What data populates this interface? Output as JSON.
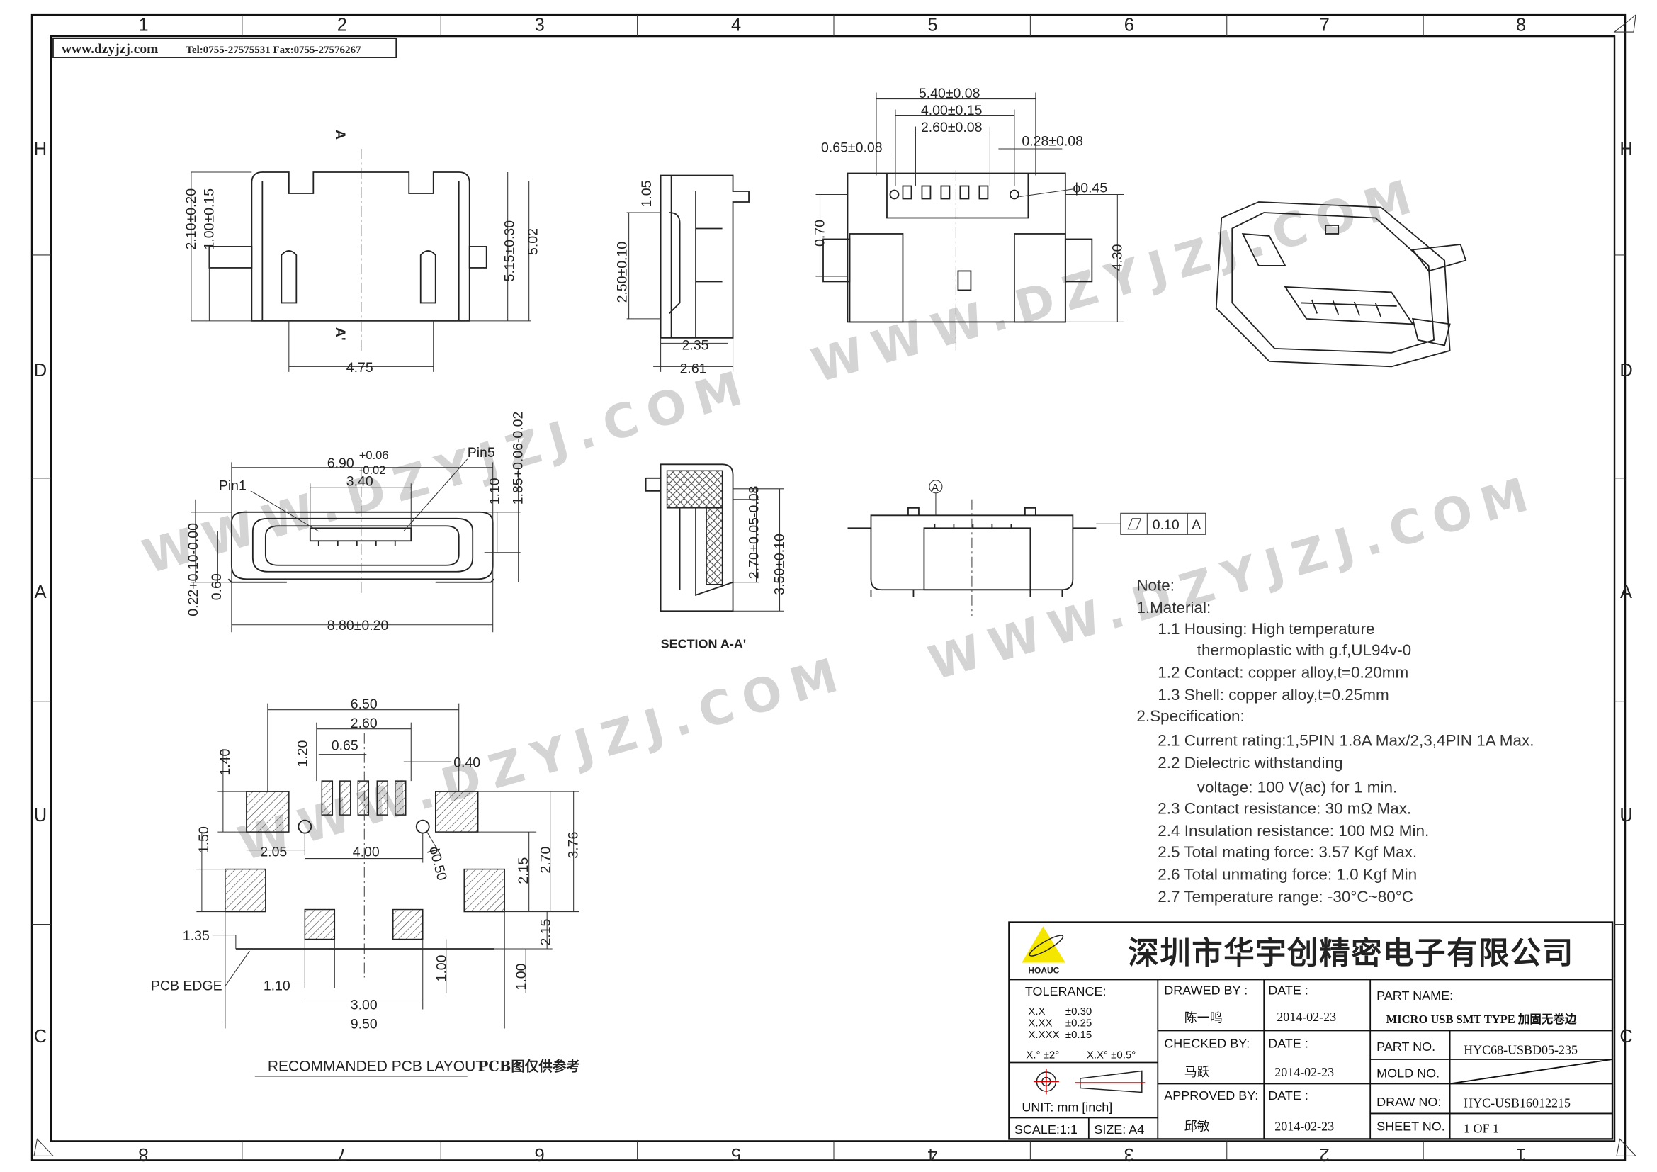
{
  "header": {
    "website": "www.dzyjzj.com",
    "contact": "Tel:0755-27575531  Fax:0755-27576267"
  },
  "zones": {
    "columns_top": [
      "1",
      "2",
      "3",
      "4",
      "5",
      "6",
      "7",
      "8"
    ],
    "columns_bottom": [
      "8",
      "7",
      "6",
      "5",
      "4",
      "3",
      "2",
      "1"
    ],
    "rows": [
      "H",
      "D",
      "A",
      "U",
      "C"
    ]
  },
  "watermark": "WWW.DZYJZJ.COM",
  "top_view": {
    "d1": "2.10±0.20",
    "d2": "1.00±0.15",
    "d3": "5.15±0.30",
    "d4": "5.02",
    "d5": "4.75",
    "sec_a": "A",
    "sec_a2": "A'"
  },
  "side_view": {
    "d1": "1.05",
    "d2": "2.50±0.10",
    "d3": "2.35",
    "d4": "2.61"
  },
  "rear_view": {
    "d1": "5.40±0.08",
    "d2": "4.00±0.15",
    "d3": "2.60±0.08",
    "d4": "0.65±0.08",
    "d5": "0.28±0.08",
    "d6": "ϕ0.45",
    "d7": "0.70",
    "d8": "4.30"
  },
  "front_view": {
    "d1": "6.90",
    "d1_plus": "+0.06",
    "d1_minus": "-0.02",
    "d2": "3.40",
    "pin1": "Pin1",
    "pin5": "Pin5",
    "d3": "1.10",
    "d4": "1.85+0.06-0.02",
    "d5": "0.22+0.10-0.00",
    "d6": "0.60",
    "d7": "8.80±0.20"
  },
  "section_view": {
    "d1": "2.70+0.05-0.08",
    "d2": "3.50±0.10",
    "title": "SECTION A-A'"
  },
  "datum_view": {
    "datum": "A",
    "flatness": "0.10",
    "flatness_ref": "A"
  },
  "pcb_layout": {
    "d1": "6.50",
    "d2": "2.60",
    "d3": "0.65",
    "d4": "1.40",
    "d5": "1.20",
    "d6": "0.40",
    "d7": "1.50",
    "d8": "2.05",
    "d9": "4.00",
    "d10": "ϕ0.50",
    "d11": "2.15",
    "d12": "2.70",
    "d13": "3.76",
    "d14": "1.35",
    "d15": "2.15",
    "d16": "PCB EDGE",
    "d17": "1.10",
    "d18": "1.00",
    "d19": "1.00",
    "d20": "3.00",
    "d21": "9.50",
    "title": "RECOMMANDED PCB LAYOUT",
    "note": "PCB图仅供参考"
  },
  "notes": [
    "Note:",
    "1.Material:",
    "1.1  Housing:  High  temperature",
    "thermoplastic  with  g.f,UL94v-0",
    "1.2  Contact:  copper  alloy,t=0.20mm",
    "1.3  Shell:  copper  alloy,t=0.25mm",
    "2.Specification:",
    "2.1  Current  rating:1,5PIN  1.8A  Max/2,3,4PIN  1A  Max.",
    "2.2  Dielectric  withstanding",
    "voltage:  100  V(ac)  for  1  min.",
    "2.3  Contact  resistance:  30  mΩ  Max.",
    "2.4  Insulation  resistance:  100  MΩ  Min.",
    "2.5  Total  mating  force:  3.57  Kgf  Max.",
    "2.6  Total  unmating  force:  1.0  Kgf  Min",
    "2.7  Temperature  range:  -30°C~80°C"
  ],
  "title_block": {
    "logo_text": "HOAUC",
    "company": "深圳市华宇创精密电子有限公司",
    "tolerance_label": "TOLERANCE:",
    "tolerances": [
      [
        "X.X",
        "±0.30"
      ],
      [
        "X.XX",
        "±0.25"
      ],
      [
        "X.XXX",
        "±0.15"
      ]
    ],
    "angle_tol_1": "X.° ±2°",
    "angle_tol_2": "X.X° ±0.5°",
    "unit": "UNIT:  mm  [inch]",
    "scale": "SCALE:1:1",
    "size": "SIZE:  A4",
    "drawed_by_label": "DRAWED  BY :",
    "drawed_by": "陈一鸣",
    "checked_by_label": "CHECKED  BY:",
    "checked_by": "马跃",
    "approved_by_label": "APPROVED  BY:",
    "approved_by": "邱敏",
    "date_label": "DATE  :",
    "date_drawed": "2014-02-23",
    "date_checked": "2014-02-23",
    "date_approved": "2014-02-23",
    "part_name_label": "PART  NAME:",
    "part_name": "MICRO  USB  SMT  TYPE  加固无卷边",
    "part_no_label": "PART  NO.",
    "part_no": "HYC68-USBD05-235",
    "mold_no_label": "MOLD  NO.",
    "draw_no_label": "DRAW  NO:",
    "draw_no": "HYC-USB16012215",
    "sheet_no_label": "SHEET  NO.",
    "sheet_no": "1  OF  1"
  },
  "colors": {
    "logo_yellow": "#f5e600",
    "symbol_red": "#d40000",
    "line": "#222222"
  }
}
